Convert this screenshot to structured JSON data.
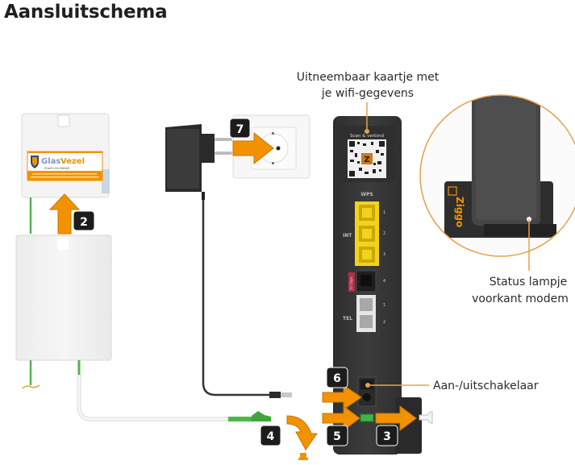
{
  "page": {
    "title": "Aansluitschema"
  },
  "labels": {
    "wifi_card_line1": "Uitneembaar kaartje met",
    "wifi_card_line2": "je wifi-gegevens",
    "status_line1": "Status lampje",
    "status_line2": "voorkant modem",
    "power_switch": "Aan-/uitschakelaar"
  },
  "fiber_box": {
    "brand_part1": "Glas",
    "brand_part2": "Vezel",
    "brand_sub": "EDAM-VOLENDAM"
  },
  "modem": {
    "qr_caption": "Scan & verbind",
    "wps_label": "WPS",
    "int_label": "INT",
    "tel_label": "TEL",
    "port_numbers": [
      "1",
      "2",
      "3",
      "4"
    ],
    "tel_numbers": [
      "1",
      "2"
    ],
    "port4_tag": "10 Gbps",
    "brand_badge": "Z",
    "zoom_brand": "Ziggo"
  },
  "steps": {
    "step2": "2",
    "step3": "3",
    "step4": "4",
    "step5": "5",
    "step6": "6",
    "step7": "7"
  },
  "colors": {
    "accent_orange": "#f39200",
    "callout_orange": "#e8a04a",
    "badge_dark": "#1c1c1c",
    "fiber_green": "#4db848",
    "modem_body": "#3a3a3a",
    "port_yellow": "#f2d21b"
  }
}
